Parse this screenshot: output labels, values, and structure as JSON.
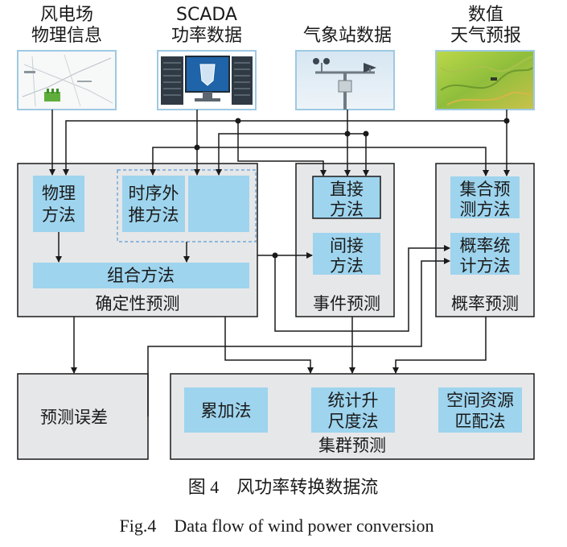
{
  "sources": {
    "wind_farm": {
      "line1": "风电场",
      "line2": "物理信息"
    },
    "scada": {
      "line1": "SCADA",
      "line2": "功率数据"
    },
    "weather_station": {
      "line1": "气象站数据"
    },
    "nwp": {
      "line1": "数值",
      "line2": "天气预报"
    }
  },
  "deterministic": {
    "title": "确定性预测",
    "physical": {
      "line1": "物理",
      "line2": "方法"
    },
    "time_series": {
      "line1": "时序外",
      "line2": "推方法"
    },
    "combination": "组合方法"
  },
  "event": {
    "title": "事件预测",
    "direct": {
      "line1": "直接",
      "line2": "方法"
    },
    "indirect": {
      "line1": "间接",
      "line2": "方法"
    }
  },
  "probability": {
    "title": "概率预测",
    "ensemble": {
      "line1": "集合预",
      "line2": "测方法"
    },
    "statistical": {
      "line1": "概率统",
      "line2": "计方法"
    }
  },
  "error": {
    "label": "预测误差"
  },
  "cluster": {
    "title": "集群预测",
    "accumulation": "累加法",
    "upscaling": {
      "line1": "统计升",
      "line2": "尺度法"
    },
    "spatial": {
      "line1": "空间资源",
      "line2": "匹配法"
    }
  },
  "caption": {
    "cn": "图 4　风功率转换数据流",
    "en": "Fig.4　Data flow of wind power conversion"
  },
  "colors": {
    "panel_fill": "#e6e7e9",
    "method_fill": "#9ed4ee",
    "line": "#1a1a1a"
  }
}
